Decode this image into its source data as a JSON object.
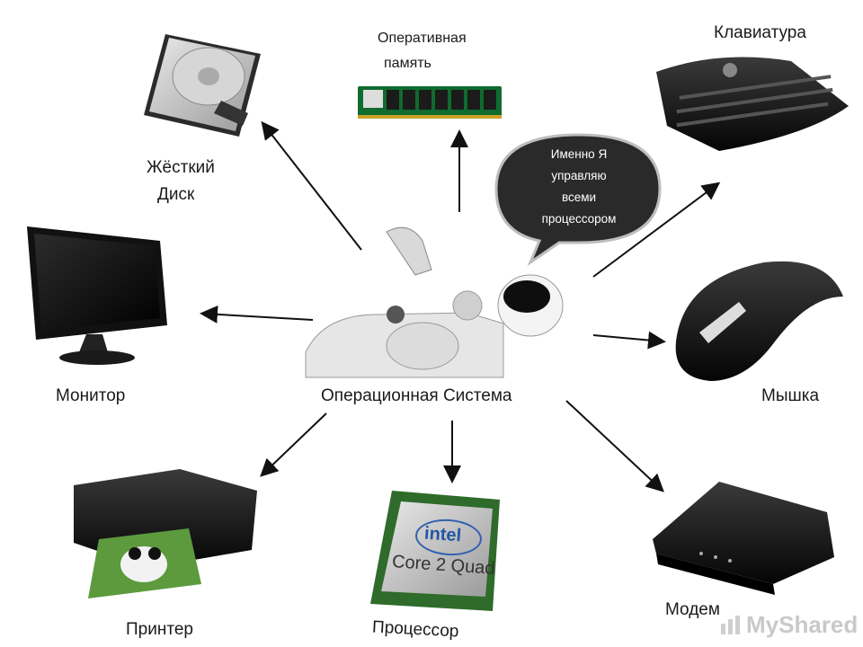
{
  "center": {
    "label": "Операционная Система"
  },
  "bubble": {
    "lines": [
      "Именно Я",
      "управляю",
      "всеми",
      "процессором"
    ]
  },
  "devices": {
    "hdd": {
      "line1": "Жёсткий",
      "line2": "Диск"
    },
    "ram": {
      "line1": "Оперативная",
      "line2": "память"
    },
    "keyboard": {
      "label": "Клавиатура"
    },
    "monitor": {
      "label": "Монитор"
    },
    "mouse": {
      "label": "Мышка"
    },
    "printer": {
      "label": "Принтер"
    },
    "cpu": {
      "label": "Процессор",
      "chip_brand": "intel",
      "chip_model": "Core 2 Quad"
    },
    "modem": {
      "label": "Модем"
    }
  },
  "watermark": {
    "text": "MyShared"
  },
  "icons": [
    "hard-disk-icon",
    "ram-module-icon",
    "keyboard-icon",
    "monitor-icon",
    "mouse-icon",
    "printer-icon",
    "cpu-chip-icon",
    "modem-icon",
    "robot-icon",
    "speech-bubble-icon"
  ]
}
